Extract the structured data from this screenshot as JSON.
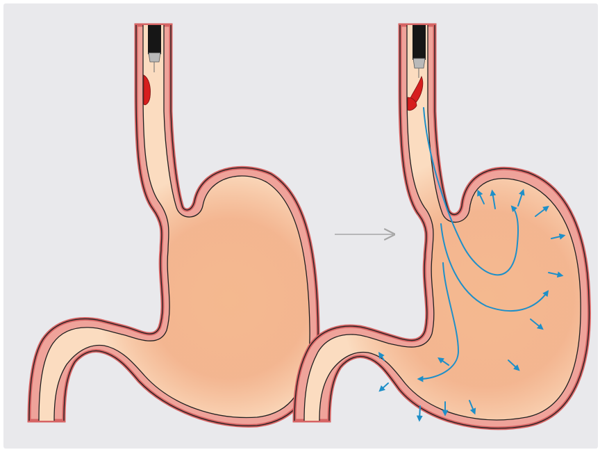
{
  "figure": {
    "panels": [
      {
        "id": "before",
        "content": "stomach-with-endoscope"
      },
      {
        "id": "after",
        "content": "stomach-with-endoscope-insufflated",
        "gas_flow_arrows": true
      }
    ],
    "transition_icon": "right-arrow-icon"
  },
  "colors": {
    "background": "#e9e9ec",
    "wall_outer": "#d66464",
    "wall_inner": "#efa39a",
    "wall_line": "#1f1f1f",
    "lumen": "#fbdcc0",
    "lumen_deep": "#f4b98f",
    "endoscope": "#161616",
    "endoscope_tip": "#b9b9b9",
    "lesion": "#d61e1e",
    "flow_arrow": "#1e8fc8",
    "transition_arrow": "#a6a6a6"
  }
}
